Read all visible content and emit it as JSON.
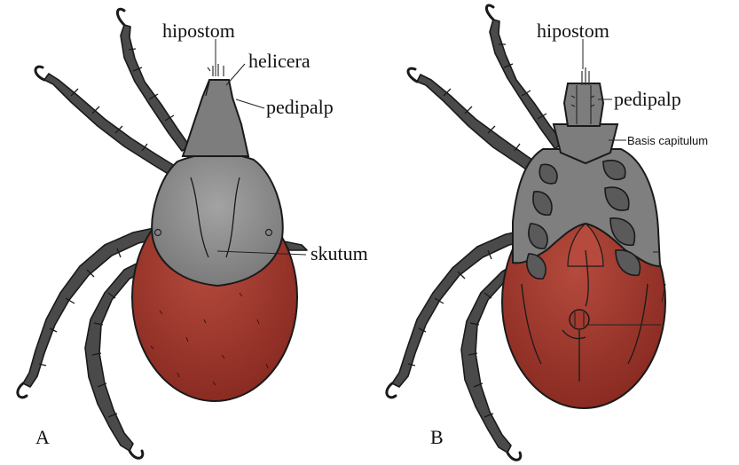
{
  "figure_a": {
    "panel_label": "A",
    "labels": {
      "hypostome": "hipostom",
      "chelicera": "helicera",
      "pedipalp": "pedipalp",
      "scutum": "skutum"
    }
  },
  "figure_b": {
    "panel_label": "B",
    "labels": {
      "hypostome": "hipostom",
      "pedipalp": "pedipalp",
      "basis_capitulum": "Basis capitulum"
    }
  },
  "colors": {
    "body_red": "#9c3328",
    "body_red_light": "#b54a3d",
    "shield_gray": "#8c8c8c",
    "leg_gray": "#4a4a4a",
    "outline": "#1a1a1a"
  }
}
